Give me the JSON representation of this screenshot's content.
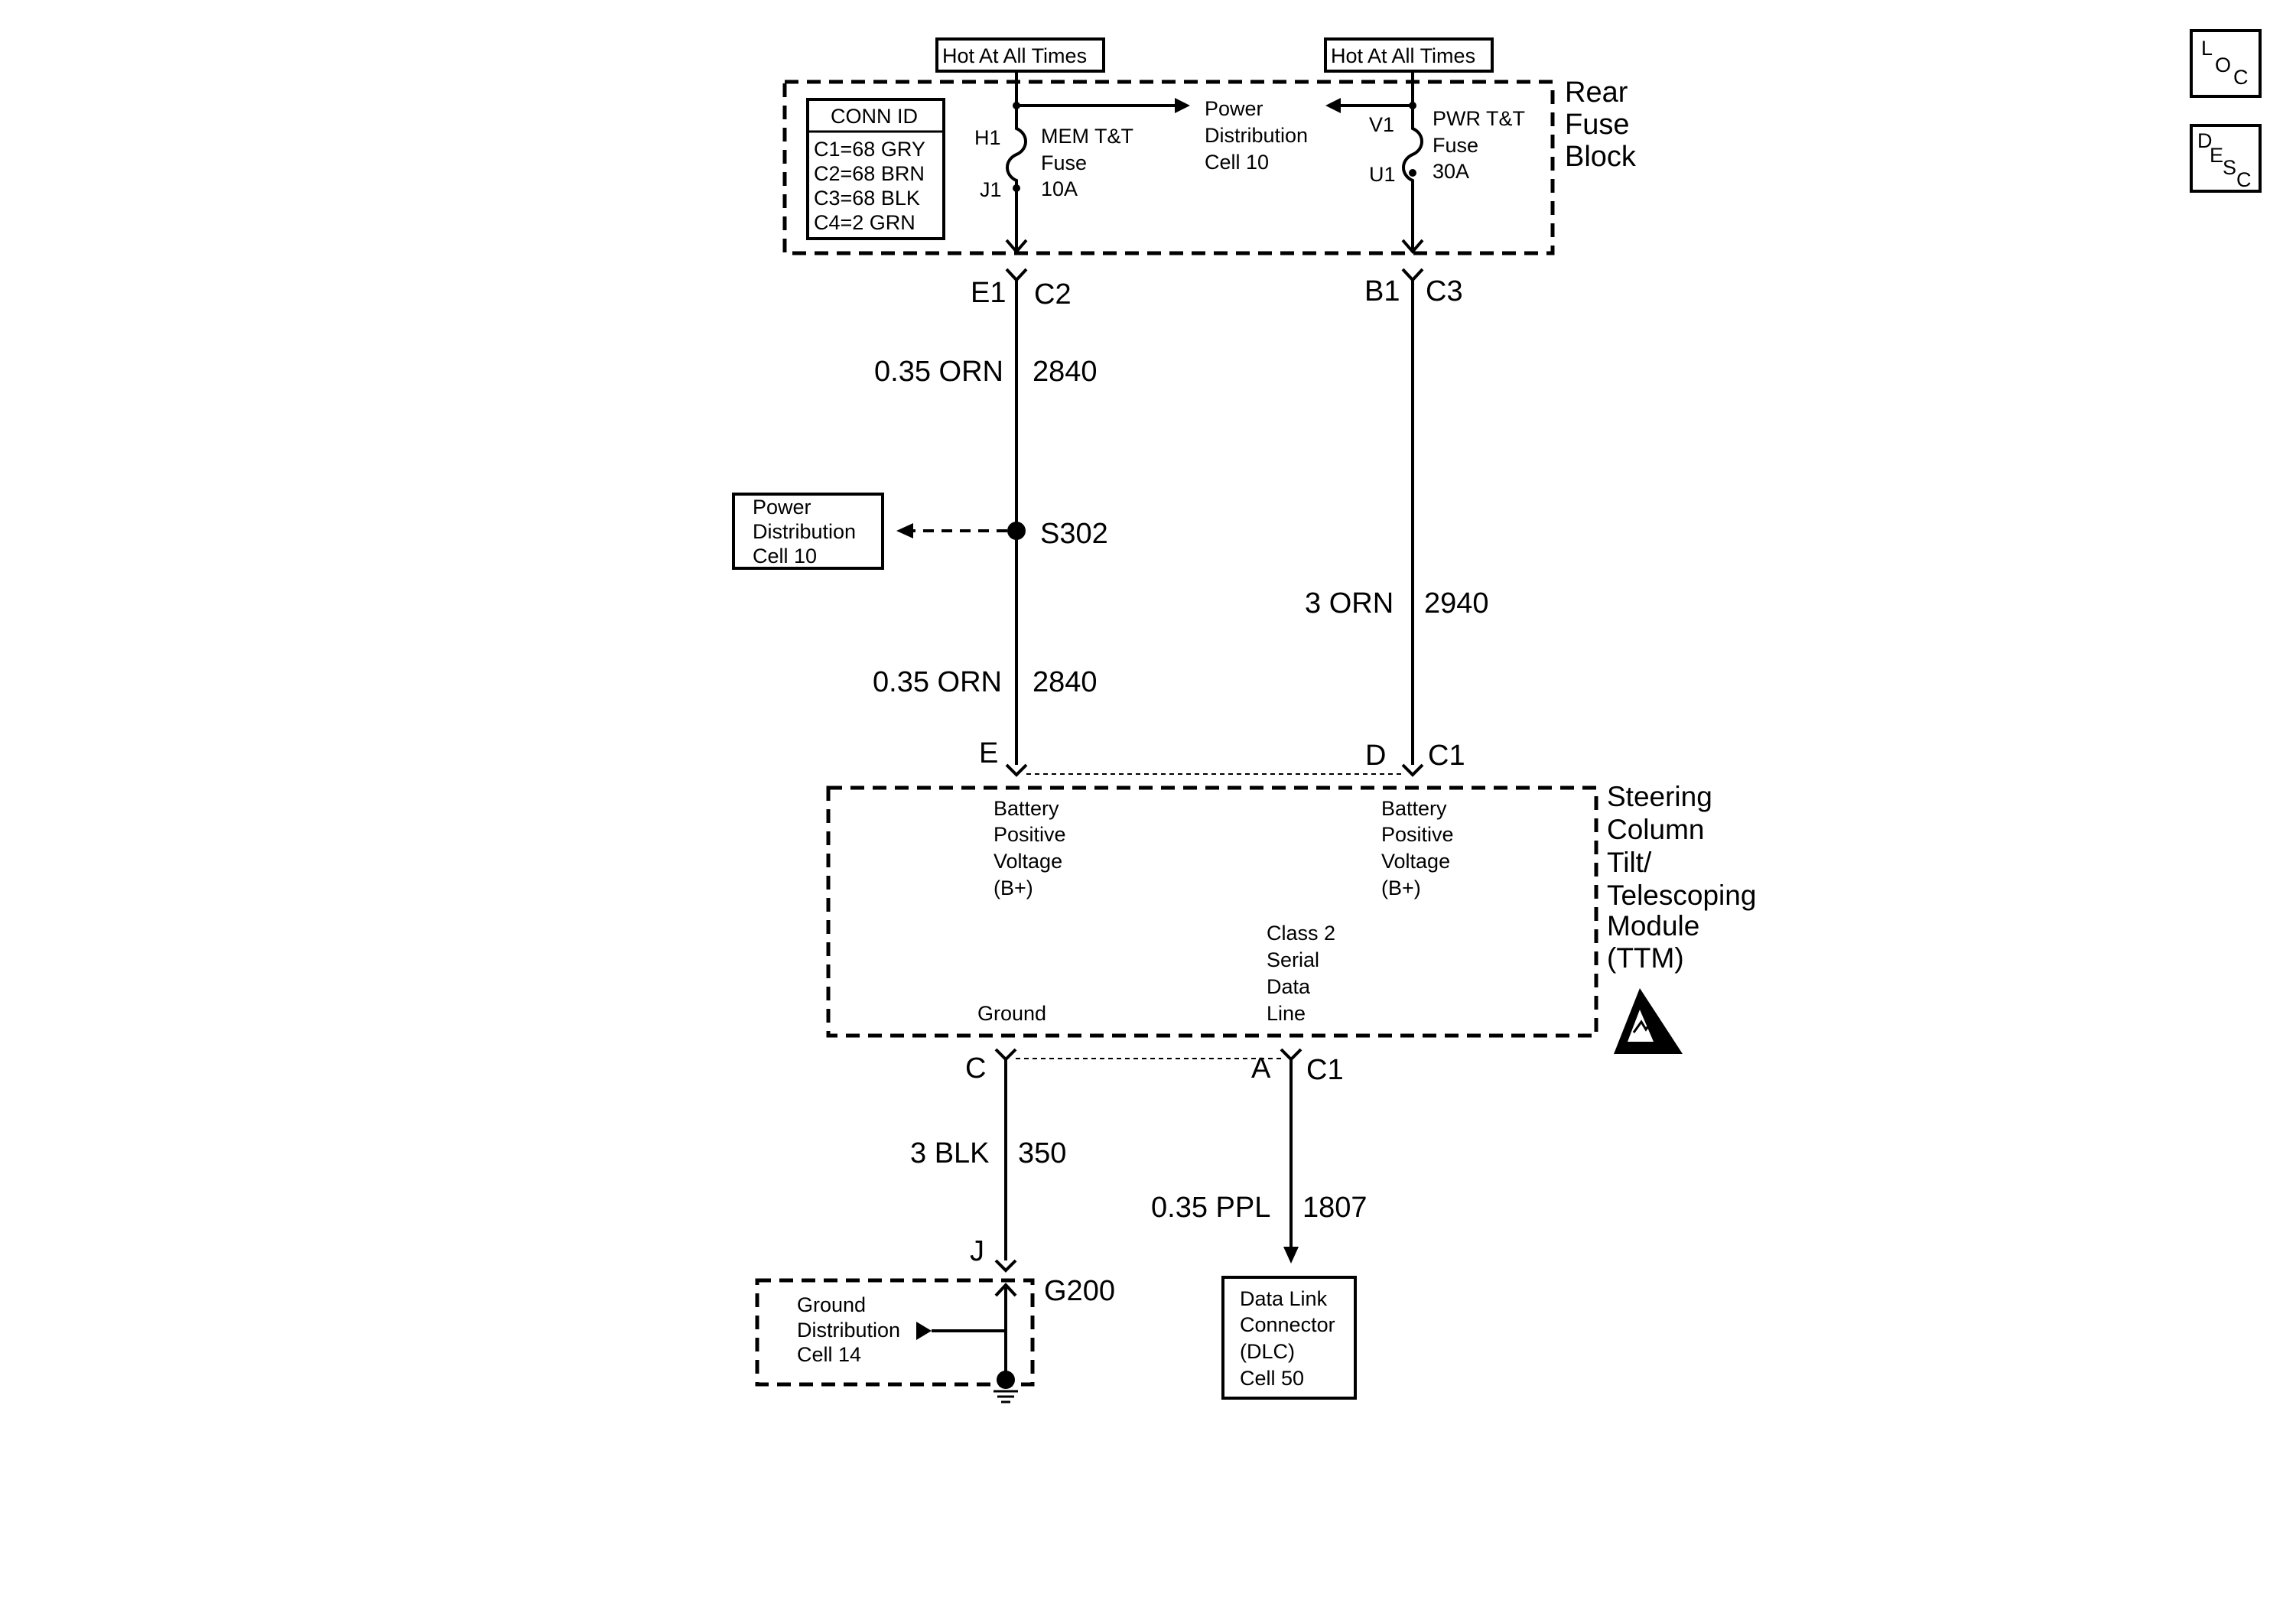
{
  "top_labels": {
    "hot_left": "Hot At All Times",
    "hot_right": "Hot At All Times"
  },
  "conn_id": {
    "title": "CONN ID",
    "lines": [
      "C1=68 GRY",
      "C2=68 BRN",
      "C3=68 BLK",
      "C4=2 GRN"
    ]
  },
  "rear_fuse_block": {
    "name_lines": [
      "Rear",
      "Fuse",
      "Block"
    ]
  },
  "fuse_left": {
    "term_top": "H1",
    "term_bottom": "J1",
    "label_lines": [
      "MEM T&T",
      "Fuse",
      "10A"
    ]
  },
  "fuse_right": {
    "term_top": "V1",
    "term_bottom": "U1",
    "label_lines": [
      "PWR T&T",
      "Fuse",
      "30A"
    ]
  },
  "power_dist_top": {
    "lines": [
      "Power",
      "Distribution",
      "Cell 10"
    ]
  },
  "connectors": {
    "e1": "E1",
    "c2": "C2",
    "b1": "B1",
    "c3": "C3",
    "e": "E",
    "d": "D",
    "c1_top": "C1",
    "c": "C",
    "a": "A",
    "c1_bottom": "C1",
    "j": "J"
  },
  "wires": {
    "w_left_upper": {
      "gauge": "0.35 ORN",
      "circuit": "2840"
    },
    "w_left_lower": {
      "gauge": "0.35 ORN",
      "circuit": "2840"
    },
    "w_right": {
      "gauge": "3 ORN",
      "circuit": "2940"
    },
    "w_ground": {
      "gauge": "3 BLK",
      "circuit": "350"
    },
    "w_data": {
      "gauge": "0.35 PPL",
      "circuit": "1807"
    }
  },
  "splice": {
    "label": "S302"
  },
  "power_dist_box": {
    "lines": [
      "Power",
      "Distribution",
      "Cell 10"
    ]
  },
  "module": {
    "name_lines": [
      "Steering",
      "Column",
      "Tilt/",
      "Telescoping",
      "Module",
      "(TTM)"
    ],
    "bplus_left": [
      "Battery",
      "Positive",
      "Voltage",
      "(B+)"
    ],
    "bplus_right": [
      "Battery",
      "Positive",
      "Voltage",
      "(B+)"
    ],
    "class2": [
      "Class 2",
      "Serial",
      "Data",
      "Line"
    ],
    "ground": "Ground"
  },
  "ground_block": {
    "name": "G200",
    "lines": [
      "Ground",
      "Distribution",
      "Cell 14"
    ]
  },
  "dlc_box": {
    "lines": [
      "Data Link",
      "Connector",
      "(DLC)",
      "Cell 50"
    ]
  },
  "nav_buttons": {
    "loc": {
      "l1": "L",
      "l2": "O",
      "l3": "C"
    },
    "desc": {
      "l1": "D",
      "l2": "E",
      "l3": "S",
      "l4": "C"
    }
  }
}
